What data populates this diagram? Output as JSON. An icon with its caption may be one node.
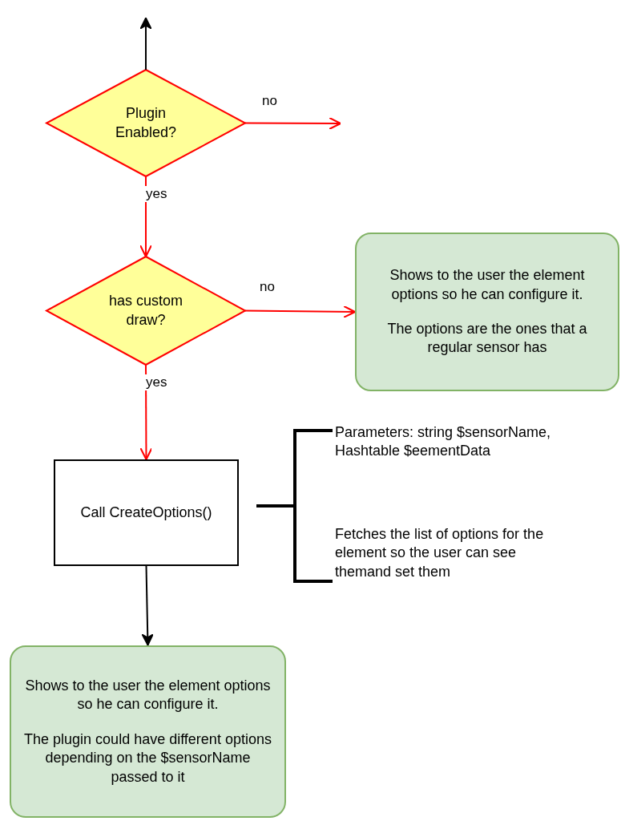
{
  "diagram": {
    "nodes": [
      {
        "text": [
          "Plugin Enabled?"
        ]
      },
      {
        "text": [
          "has custom draw?"
        ]
      },
      {
        "text": [
          "Shows to the user the element options so he can configure it.",
          "The options are the ones that a regular sensor has"
        ]
      },
      {
        "text": [
          "Call CreateOptions()"
        ]
      },
      {
        "text": [
          "Shows to the user the element options so he can configure it.",
          "The plugin could have different options depending on the $sensorName passed to it"
        ]
      }
    ],
    "edges": [
      {
        "from": 0,
        "to": null,
        "arrow": "to",
        "color": "#000000"
      },
      {
        "from": 0,
        "to": null,
        "arrow": "to",
        "label": "no"
      },
      {
        "from": 0,
        "to": 1,
        "arrow": "to",
        "label": "yes"
      },
      {
        "from": 1,
        "to": 2,
        "arrow": "to",
        "label": "no"
      },
      {
        "from": 1,
        "to": 3,
        "arrow": "to",
        "label": "yes"
      },
      {
        "from": 3,
        "to": 4,
        "arrow": "to",
        "color": "#000000"
      }
    ],
    "labels": [
      "Parameters: string $sensorName, Hashtable $eementData",
      "Fetches the list of options for the element so the user can see themand set them"
    ]
  }
}
